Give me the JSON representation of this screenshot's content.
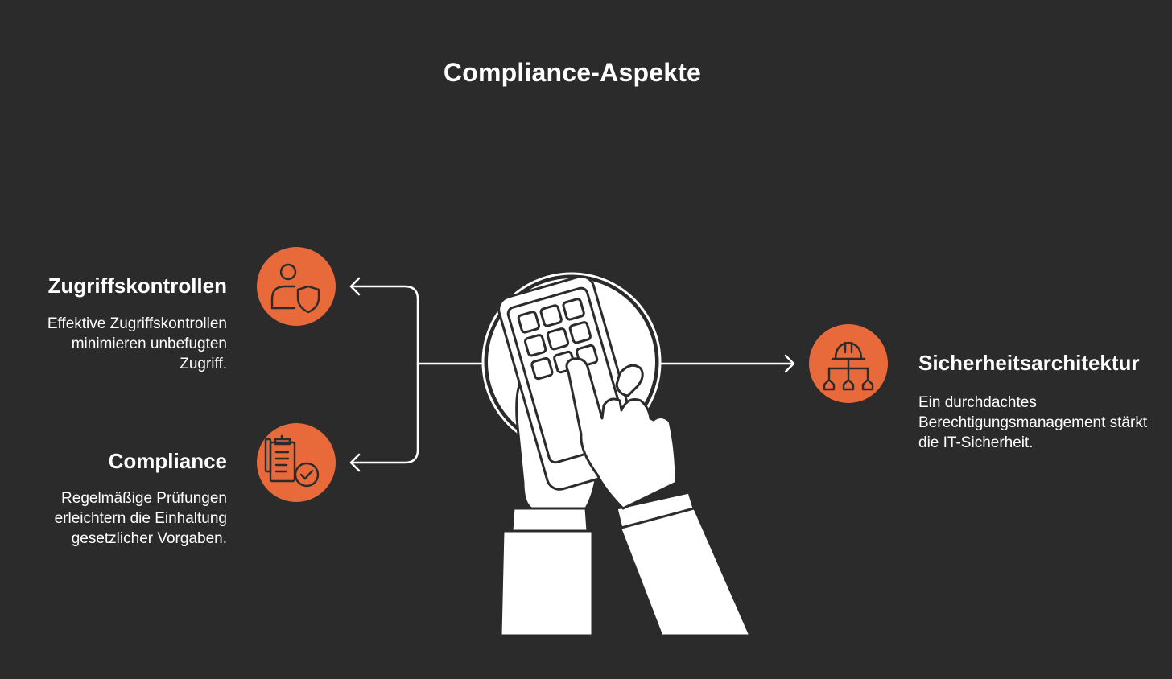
{
  "title": "Compliance-Aspekte",
  "colors": {
    "background": "#2b2b2b",
    "accent": "#e8693a",
    "foreground": "#ffffff"
  },
  "nodes": [
    {
      "id": "zugriffskontrollen",
      "heading": "Zugriffskontrollen",
      "description": "Effektive Zugriffskontrollen minimieren unbefugten Zugriff.",
      "icon": "user-shield-icon"
    },
    {
      "id": "compliance",
      "heading": "Compliance",
      "description": "Regelmäßige Prüfungen erleichtern die Einhaltung gesetzlicher Vorgaben.",
      "icon": "clipboard-check-icon"
    },
    {
      "id": "sicherheitsarchitektur",
      "heading": "Sicherheitsarchitektur",
      "description": "Ein durchdachtes Berechtigungsmanagement stärkt die IT-Sicherheit.",
      "icon": "hardhat-hierarchy-icon"
    }
  ],
  "center_icon": "hands-keypad-icon"
}
